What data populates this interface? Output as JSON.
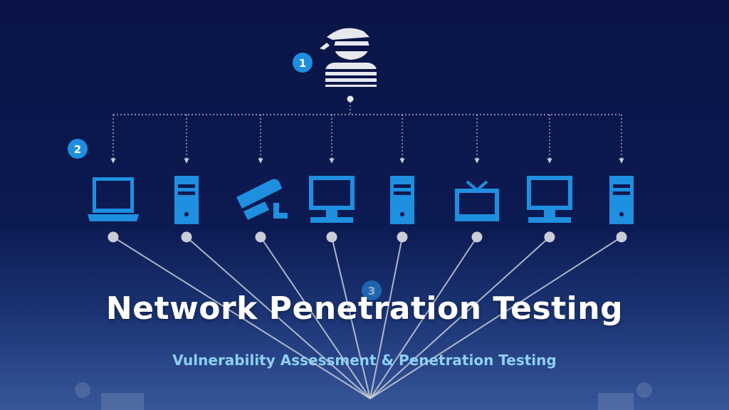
{
  "title": "Network Penetration Testing",
  "subtitle": "Vulnerability Assessment & Penetration Testing",
  "step_badges": [
    "1",
    "2",
    "3"
  ],
  "colors": {
    "background_top": "#0a1446",
    "background_bottom": "#36579a",
    "device_blue": "#1f8fe0",
    "badge_blue": "#1e8fe0",
    "connector": "#c9cdd6",
    "attacker": "#e6e8ee",
    "subtitle": "#8fd0f4"
  },
  "attacker": {
    "icon": "hacker-icon"
  },
  "devices": [
    {
      "icon": "laptop-icon"
    },
    {
      "icon": "server-tower-icon"
    },
    {
      "icon": "security-camera-icon"
    },
    {
      "icon": "desktop-monitor-icon"
    },
    {
      "icon": "server-tower-icon"
    },
    {
      "icon": "television-icon"
    },
    {
      "icon": "desktop-monitor-icon"
    },
    {
      "icon": "server-tower-icon"
    }
  ]
}
